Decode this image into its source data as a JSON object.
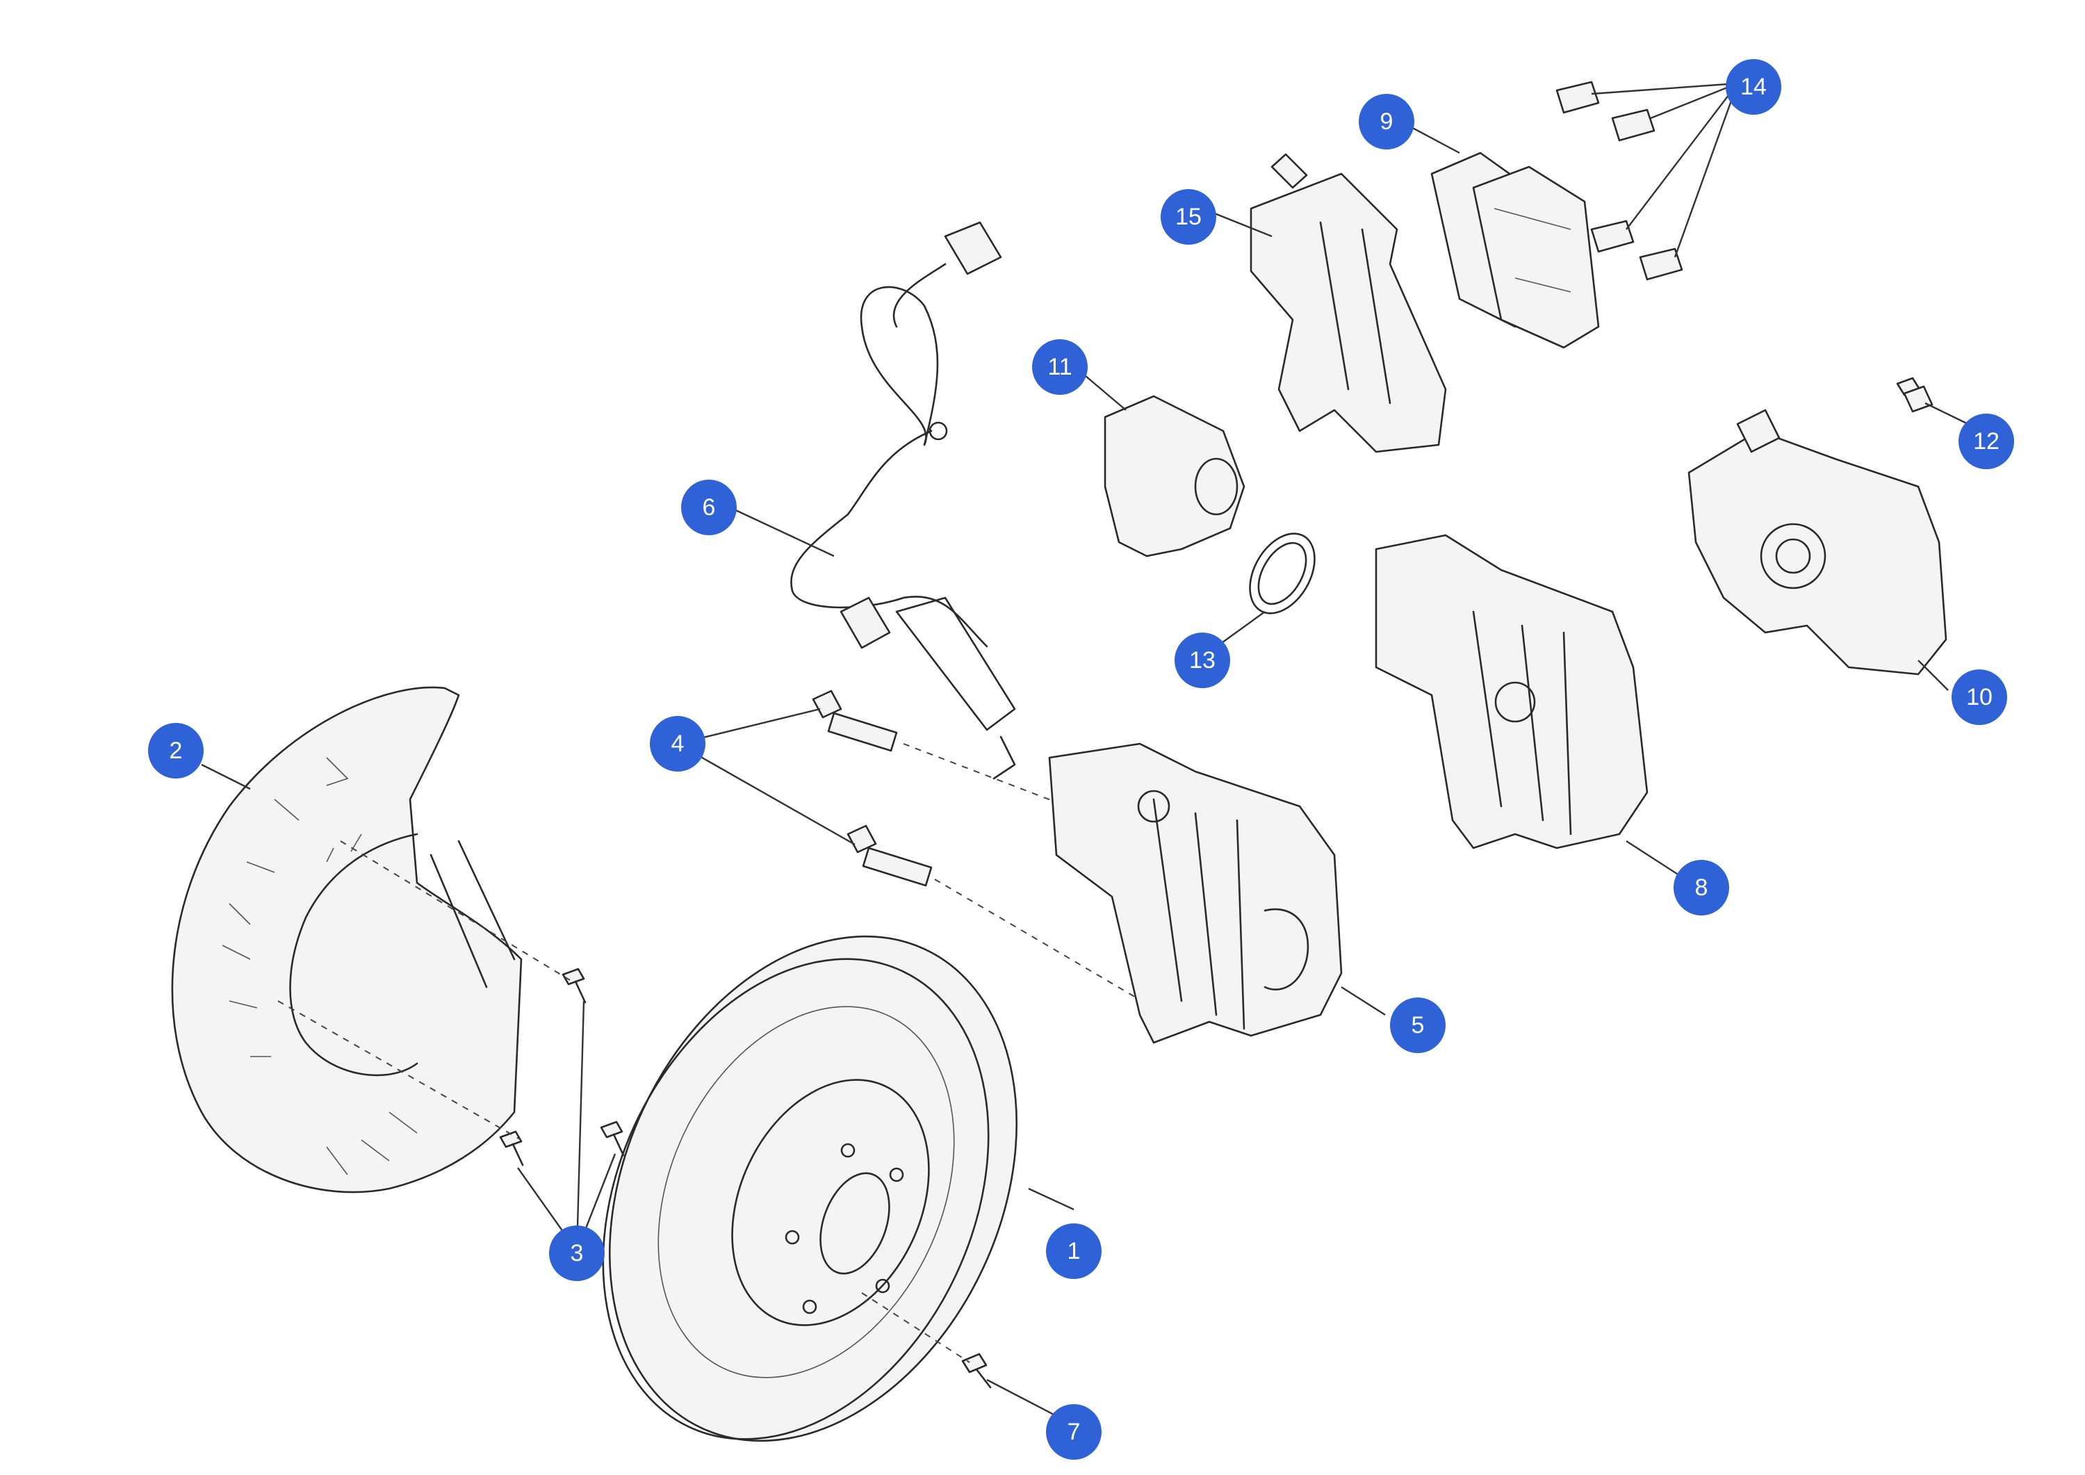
{
  "diagram": {
    "type": "exploded-parts-view",
    "accent_color": "#2f62d7",
    "line_color": "#2a2a2a",
    "callouts": [
      {
        "label": "1"
      },
      {
        "label": "2"
      },
      {
        "label": "3"
      },
      {
        "label": "4"
      },
      {
        "label": "5"
      },
      {
        "label": "6"
      },
      {
        "label": "7"
      },
      {
        "label": "8"
      },
      {
        "label": "9"
      },
      {
        "label": "10"
      },
      {
        "label": "11"
      },
      {
        "label": "12"
      },
      {
        "label": "13"
      },
      {
        "label": "14"
      },
      {
        "label": "15"
      }
    ]
  }
}
